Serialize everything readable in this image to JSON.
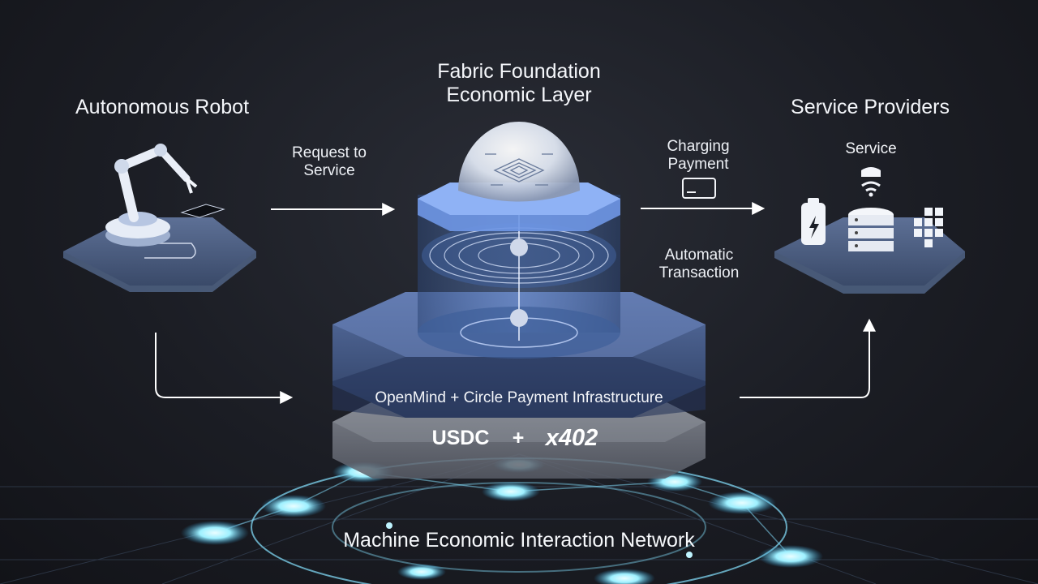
{
  "robot": {
    "title": "Autonomous Robot"
  },
  "fabric": {
    "title_line1": "Fabric Foundation",
    "title_line2": "Economic Layer"
  },
  "providers": {
    "title": "Service Providers",
    "service_label": "Service"
  },
  "flows": {
    "request_line1": "Request to",
    "request_line2": "Service",
    "charging_line1": "Charging",
    "charging_line2": "Payment",
    "automatic_line1": "Automatic",
    "automatic_line2": "Transaction"
  },
  "infrastructure": {
    "label": "OpenMind + Circle Payment Infrastructure",
    "token_left": "USDC",
    "token_plus": "+",
    "token_right": "x402"
  },
  "network": {
    "label": "Machine Economic Interaction Network"
  },
  "colors": {
    "accent": "#6aa8ff",
    "glow": "#9fe7ff",
    "platform": "#3c4f72"
  }
}
